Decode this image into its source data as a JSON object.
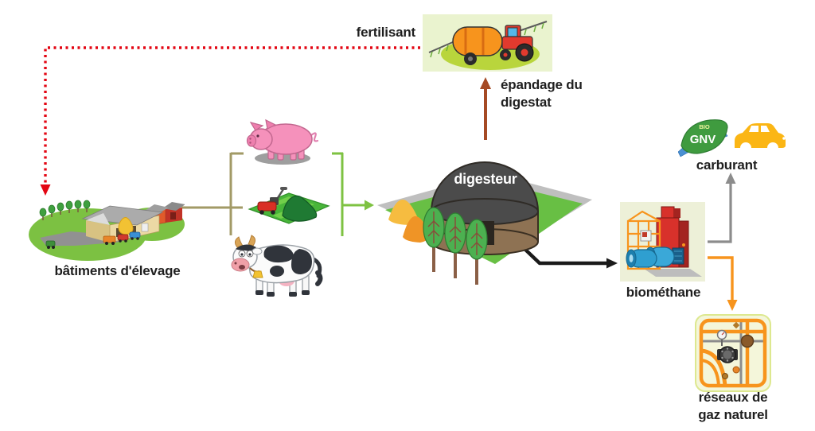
{
  "diagram": {
    "description_domain": "biogas methanization process flow",
    "background": "#ffffff",
    "nodes": {
      "fertilisant": {
        "label": "fertilisant"
      },
      "epandage_digestat": {
        "line1": "épandage du",
        "line2": "digestat"
      },
      "batiments_elevage": {
        "label": "bâtiments d'élevage"
      },
      "digesteur": {
        "label": "digesteur"
      },
      "biomethane": {
        "label": "biométhane"
      },
      "carburant": {
        "label": "carburant"
      },
      "reseaux_gaz": {
        "line1": "réseaux de",
        "line2": "gaz naturel"
      },
      "bio_gnv_logo": {
        "top": "BIO",
        "main": "GNV"
      }
    },
    "connectors": {
      "fertilisant_to_batiments": {
        "style": "dotted",
        "color": "#e30613"
      },
      "batiments_to_inputs": {
        "style": "solid",
        "color": "#a29a66"
      },
      "inputs_to_digesteur": {
        "style": "arrow",
        "color": "#7ec242"
      },
      "digesteur_to_epandage": {
        "style": "arrow",
        "color": "#a54a24"
      },
      "digesteur_to_biomethane": {
        "style": "arrow",
        "color": "#1a1a1a"
      },
      "biomethane_to_carburant": {
        "style": "arrow",
        "color": "#8c8c8c"
      },
      "biomethane_to_reseaux": {
        "style": "arrow",
        "color": "#f7941d"
      }
    },
    "illustrations": {
      "fertiliser_spreader": "tractor with orange slurry tank and spray booms on green field",
      "farm": "livestock buildings with barn, red sheds, vehicles, haystack and trees",
      "pig": "pink pig",
      "green_waste": "lawn mower and green waste pile on grass mat",
      "cow": "black and white cow",
      "digester_plant": "round brown digester tank with dark dome, yellow piles, trees on green plot",
      "biomethane_unit": "red upgrading unit with orange scaffold and blue tanks",
      "car": "yellow car silhouette",
      "gas_network": "orange natural gas pipe network with valves and gauge"
    }
  }
}
